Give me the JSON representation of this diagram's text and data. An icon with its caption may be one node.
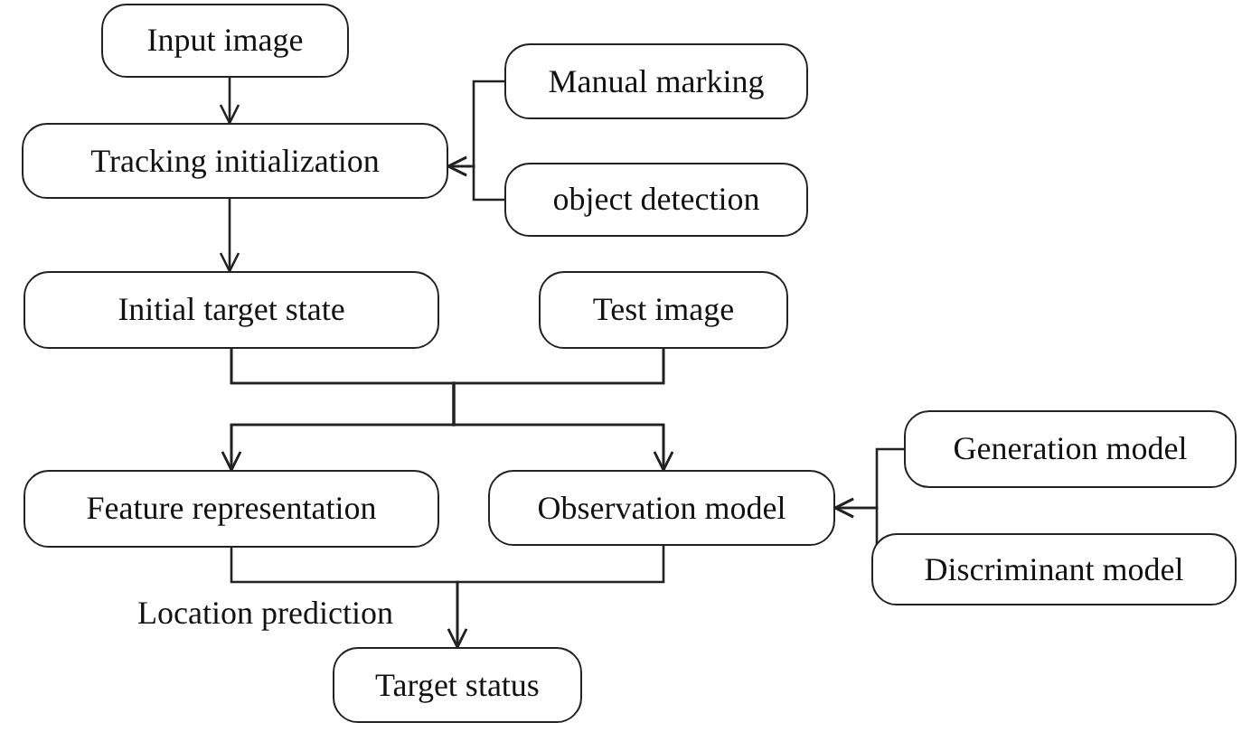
{
  "diagram": {
    "nodes": [
      {
        "text": [
          "Input image"
        ]
      },
      {
        "text": [
          "Tracking initialization"
        ]
      },
      {
        "text": [
          "Manual marking"
        ]
      },
      {
        "text": [
          "object detection"
        ]
      },
      {
        "text": [
          "Initial target state"
        ]
      },
      {
        "text": [
          "Test image"
        ]
      },
      {
        "text": [
          "Feature representation"
        ]
      },
      {
        "text": [
          "Observation model"
        ]
      },
      {
        "text": [
          "Generation model"
        ]
      },
      {
        "text": [
          "Discriminant model"
        ]
      },
      {
        "text": [
          "Target status"
        ]
      }
    ],
    "edges": [
      {
        "from": 0,
        "to": 1,
        "arrow": "to"
      },
      {
        "from": 2,
        "to": 1,
        "arrow": "to"
      },
      {
        "from": 3,
        "to": 1,
        "arrow": "to"
      },
      {
        "from": 1,
        "to": 4,
        "arrow": "to"
      },
      {
        "from": 4,
        "to": 6,
        "arrow": "to"
      },
      {
        "from": 4,
        "to": 7,
        "arrow": "to"
      },
      {
        "from": 5,
        "to": 6,
        "arrow": "to"
      },
      {
        "from": 5,
        "to": 7,
        "arrow": "to"
      },
      {
        "from": 8,
        "to": 7,
        "arrow": "to"
      },
      {
        "from": 9,
        "to": 7,
        "arrow": "to"
      },
      {
        "from": 6,
        "to": 10,
        "arrow": "to",
        "label": "Location prediction"
      },
      {
        "from": 7,
        "to": 10,
        "arrow": "to"
      }
    ]
  }
}
